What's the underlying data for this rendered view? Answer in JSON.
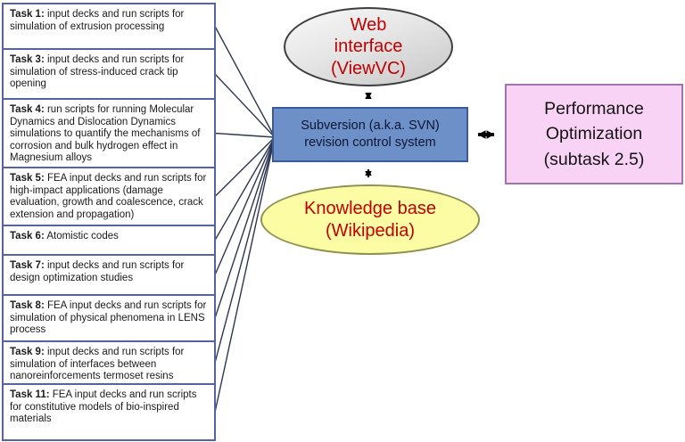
{
  "diagram": {
    "tasks": [
      {
        "label": "Task 1:",
        "text": "input decks and run scripts for simulation of extrusion processing"
      },
      {
        "label": "Task 3:",
        "text": "input decks and run scripts for simulation of stress-induced crack tip opening"
      },
      {
        "label": "Task 4:",
        "text": "run scripts for running Molecular Dynamics and Dislocation Dynamics simulations to quantify the mechanisms of corrosion and bulk hydrogen effect in Magnesium alloys"
      },
      {
        "label": "Task 5:",
        "text": "FEA input decks and run scripts for high-impact applications (damage evaluation, growth and coalescence, crack extension and propagation)"
      },
      {
        "label": "Task 6:",
        "text": "Atomistic codes"
      },
      {
        "label": "Task 7:",
        "text": "input decks and run scripts for design optimization studies"
      },
      {
        "label": "Task 8:",
        "text": "FEA input decks and run scripts for simulation of physical phenomena in LENS process"
      },
      {
        "label": "Task 9:",
        "text": "input decks and run scripts for simulation of interfaces between nanoreinforcements termoset resins"
      },
      {
        "label": "Task 11:",
        "text": "FEA input decks and run scripts for constitutive models of bio-inspired materials"
      }
    ],
    "nodes": {
      "web_interface": "Web\ninterface\n(ViewVC)",
      "svn": "Subversion (a.k.a. SVN)\nrevision control system",
      "knowledge_base": "Knowledge base\n(Wikipedia)",
      "performance": "Performance\nOptimization\n(subtask 2.5)"
    },
    "colors": {
      "node_text_red": "#c00000",
      "svn_fill": "#6d90c9",
      "svn_border": "#3a5a9b",
      "knowledge_fill": "#fcfca4",
      "knowledge_border": "#8f9150",
      "web_fill_gradient": [
        "#f8f8f8",
        "#c6c6c6"
      ],
      "web_border": "#3e3e3e",
      "performance_fill": "#f9d3f5",
      "performance_border": "#a273ae",
      "task_box_border": "#5663a2",
      "connector": "#2e3650",
      "arrow": "#000000"
    }
  }
}
